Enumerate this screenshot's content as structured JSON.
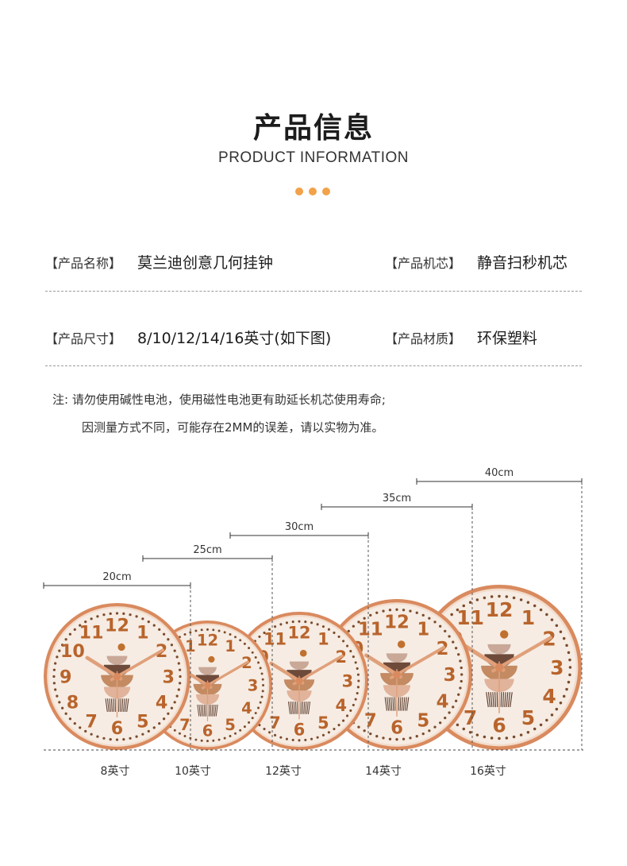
{
  "header": {
    "title_cn": "产品信息",
    "title_en": "PRODUCT INFORMATION",
    "accent_color": "#f2a24a"
  },
  "specs": [
    {
      "label": "【产品名称】",
      "value": "莫兰迪创意几何挂钟"
    },
    {
      "label": "【产品机芯】",
      "value": "静音扫秒机芯"
    },
    {
      "label": "【产品尺寸】",
      "value": "8/10/12/14/16英寸(如下图)"
    },
    {
      "label": "【产品材质】",
      "value": "环保塑料"
    }
  ],
  "notes": {
    "line1": "注:  请勿使用碱性电池，使用磁性电池更有助延长机芯使用寿命;",
    "line2": "因测量方式不同，可能存在2MM的误差，请以实物为准。"
  },
  "dimensions": [
    {
      "width": "20cm",
      "size": "8英寸"
    },
    {
      "width": "25cm",
      "size": "10英寸"
    },
    {
      "width": "30cm",
      "size": "12英寸"
    },
    {
      "width": "35cm",
      "size": "14英寸"
    },
    {
      "width": "40cm",
      "size": "16英寸"
    }
  ],
  "clock": {
    "numerals": [
      "12",
      "1",
      "2",
      "3",
      "4",
      "5",
      "6",
      "7",
      "8",
      "9",
      "10",
      "11"
    ],
    "rim_color": "#d98a5e",
    "face_color": "#f6ece3",
    "numeral_color": "#b8642c"
  }
}
